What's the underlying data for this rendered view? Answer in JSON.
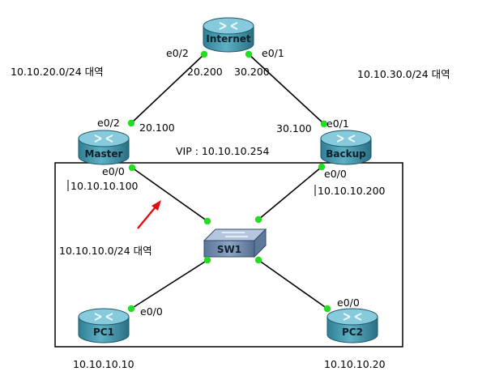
{
  "colors": {
    "link": "#000000",
    "port_dot": "#22dd22",
    "router_body": "#3f93a8",
    "router_top": "#7cc4d4",
    "switch_body": "#6c86a8",
    "switch_top": "#a9bcd6",
    "arrow": "#e01010"
  },
  "devices": {
    "internet": {
      "name": "Internet",
      "type": "router"
    },
    "master": {
      "name": "Master",
      "type": "router"
    },
    "backup": {
      "name": "Backup",
      "type": "router"
    },
    "sw1": {
      "name": "SW1",
      "type": "switch"
    },
    "pc1": {
      "name": "PC1",
      "type": "pc"
    },
    "pc2": {
      "name": "PC2",
      "type": "pc"
    }
  },
  "labels": {
    "internet_e02": "e0/2",
    "internet_e01": "e0/1",
    "internet_ip_left": "20.200",
    "internet_ip_right": "30.200",
    "net_20": "10.10.20.0/24 대역",
    "net_30": "10.10.30.0/24 대역",
    "master_e02": "e0/2",
    "master_ip_20": "20.100",
    "backup_e01": "e0/1",
    "backup_ip_30": "30.100",
    "vip": "VIP : 10.10.10.254",
    "master_e00": "e0/0",
    "master_ip_10": "10.10.10.100",
    "backup_e00": "e0/0",
    "backup_ip_10": "10.10.10.200",
    "net_10": "10.10.10.0/24 대역",
    "pc1_e00": "e0/0",
    "pc2_e00": "e0/0",
    "pc1_ip": "10.10.10.10",
    "pc2_ip": "10.10.10.20"
  }
}
